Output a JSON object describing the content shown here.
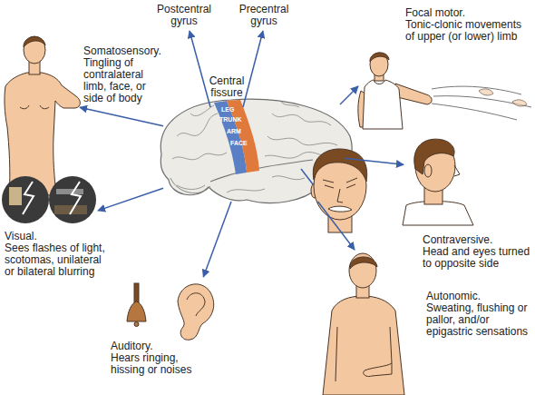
{
  "diagram": {
    "nodes": [
      {
        "text": [
          "Somatosensory.",
          "Tingling of contralateral limb, face, or side of body"
        ]
      },
      {
        "text": [
          "Focal motor.",
          "Tonic-clonic movements of upper (or lower) limb"
        ]
      },
      {
        "text": [
          "LEG",
          "TRUNK",
          "ARM",
          "FACE"
        ]
      },
      {
        "text": [
          "Visual.",
          "Sees flashes of light, scotomas, unilateral or bilateral blurring"
        ]
      },
      {
        "text": [
          "Contraversive.",
          "Head and eyes turned to opposite side"
        ]
      },
      {
        "text": [
          "Auditory.",
          "Hears ringing, hissing or noises"
        ]
      },
      {
        "text": [
          "Autonomic.",
          "Sweating, flushing or pallor, and/or epigastric sensations"
        ]
      }
    ],
    "edges": [
      {
        "from": 2,
        "to": 0,
        "arrow": "to"
      },
      {
        "from": 2,
        "to": 1,
        "arrow": "to"
      },
      {
        "from": 2,
        "to": 3,
        "arrow": "to"
      },
      {
        "from": 2,
        "to": 4,
        "arrow": "to"
      },
      {
        "from": 2,
        "to": 5,
        "arrow": "to"
      },
      {
        "from": 2,
        "to": 6,
        "arrow": "to"
      }
    ],
    "labels": [
      "Postcentral gyrus",
      "Precentral gyrus",
      "Central fissure"
    ]
  }
}
